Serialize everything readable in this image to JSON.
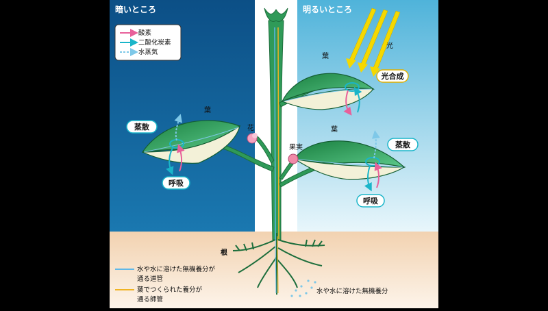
{
  "header": {
    "dark_side": "暗いところ",
    "light_side": "明るいところ"
  },
  "legend": [
    {
      "label": "酸素",
      "color": "#e8609a",
      "style": "solid"
    },
    {
      "label": "二酸化炭素",
      "color": "#1ab5c9",
      "style": "solid"
    },
    {
      "label": "水蒸気",
      "color": "#7ec8e8",
      "style": "dashed"
    }
  ],
  "labels": {
    "light": "光",
    "photosynthesis": "光合成",
    "leaf": "葉",
    "flower": "花",
    "fruit": "果実",
    "transpiration": "蒸散",
    "respiration": "呼吸",
    "root": "根",
    "minerals": "水や水に溶けた無機養分"
  },
  "bottom_legend": [
    {
      "line1": "水や水に溶けた無機養分が",
      "line2": "通る道管",
      "color": "#5fb8e8"
    },
    {
      "line1": "葉でつくられた養分が",
      "line2": "通る師管",
      "color": "#f0b323"
    }
  ],
  "colors": {
    "dark_bg": "#0f5c92",
    "light_bg": "#6cc3e0",
    "soil": "#f4dcc0",
    "leaf_dark": "#1e8a4a",
    "leaf_light": "#4fc27a",
    "sun": "#f5d800"
  }
}
